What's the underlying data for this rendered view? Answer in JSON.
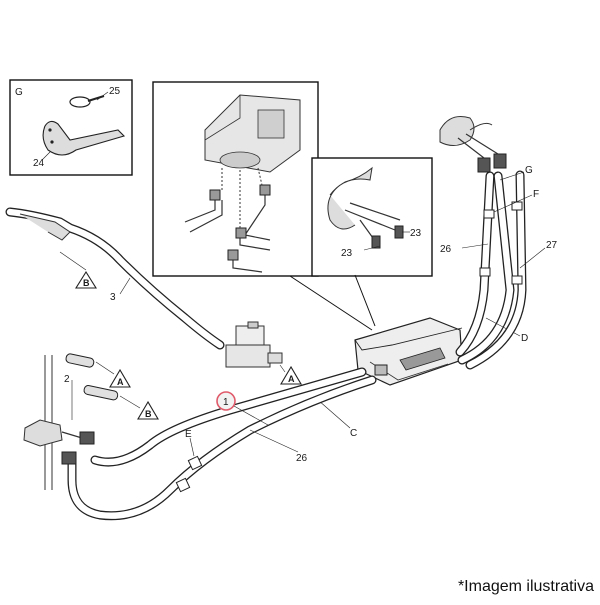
{
  "diagram": {
    "callouts": {
      "g_box_letter": "G",
      "c25": "25",
      "c24": "24",
      "c3": "3",
      "c2": "2",
      "c1": "1",
      "c26a": "26",
      "c26b": "26",
      "c27": "27",
      "c23a": "23",
      "c23b": "23",
      "lD": "D",
      "lC": "C",
      "lE": "E",
      "lF": "F",
      "lG": "G"
    },
    "markers": {
      "B_top": "B",
      "A_valve": "A",
      "A_pipe": "A",
      "B_pipe": "B"
    },
    "highlight_color": "#e05a6a",
    "caption": "*Imagem ilustrativa"
  }
}
